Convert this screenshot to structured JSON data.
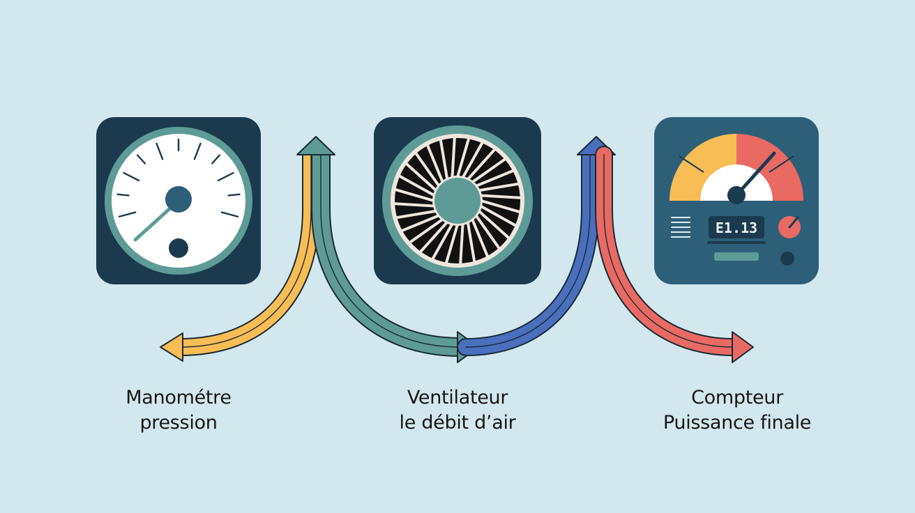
{
  "colors": {
    "background": "#d3e8ee",
    "tile_dark": "#1b3a4e",
    "tile_teal": "#2e5f78",
    "teal": "#5e9b97",
    "yellow": "#f8bd55",
    "blue": "#4a6fbd",
    "red": "#e96a63",
    "outline": "#1a2a35"
  },
  "items": [
    {
      "icon": "pressure-gauge-icon",
      "line1": "Manométre",
      "line2": "pression"
    },
    {
      "icon": "fan-icon",
      "line1": "Ventilateur",
      "line2": "le débit d’air"
    },
    {
      "icon": "power-meter-icon",
      "line1": "Compteur",
      "line2": "Puissance finale",
      "display": "E1.13"
    }
  ]
}
